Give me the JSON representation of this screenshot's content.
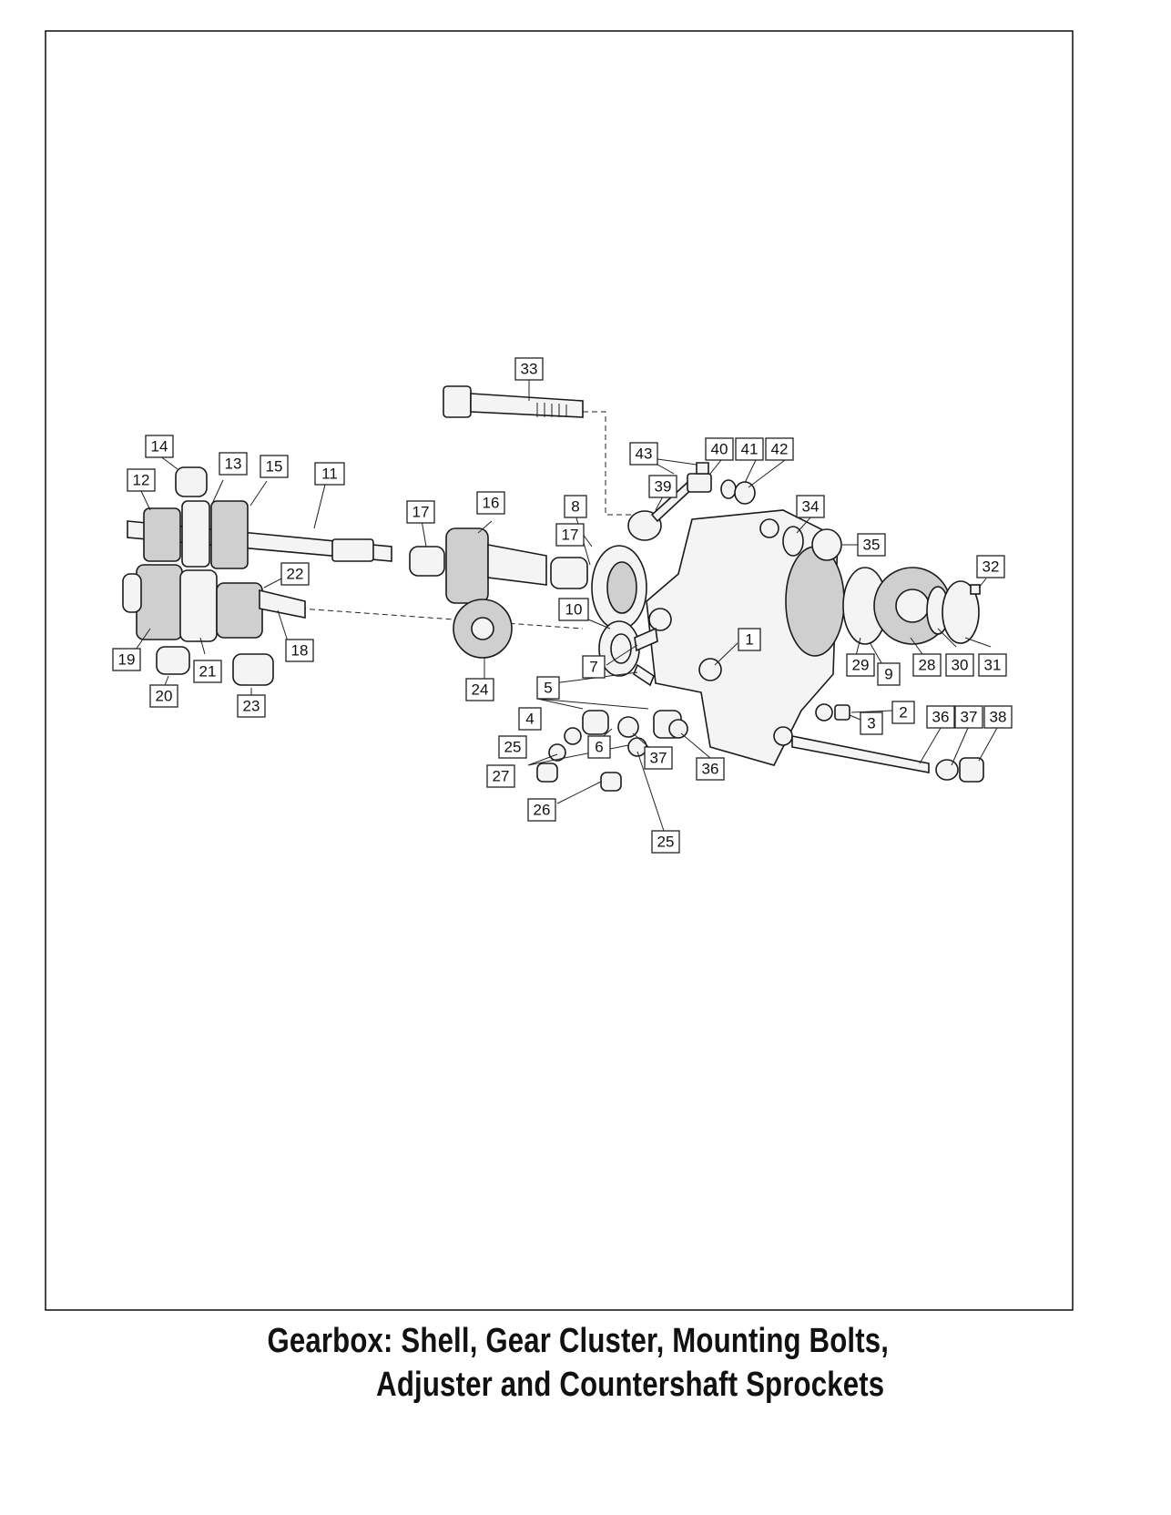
{
  "caption": {
    "line1": "Gearbox: Shell, Gear Cluster, Mounting Bolts,",
    "line2": "Adjuster and Countershaft Sprockets"
  },
  "callouts": [
    {
      "label": "1"
    },
    {
      "label": "2"
    },
    {
      "label": "3"
    },
    {
      "label": "4"
    },
    {
      "label": "5"
    },
    {
      "label": "6"
    },
    {
      "label": "7"
    },
    {
      "label": "8"
    },
    {
      "label": "9"
    },
    {
      "label": "10"
    },
    {
      "label": "11"
    },
    {
      "label": "12"
    },
    {
      "label": "13"
    },
    {
      "label": "14"
    },
    {
      "label": "15"
    },
    {
      "label": "16"
    },
    {
      "label": "17"
    },
    {
      "label": "17"
    },
    {
      "label": "18"
    },
    {
      "label": "19"
    },
    {
      "label": "20"
    },
    {
      "label": "21"
    },
    {
      "label": "22"
    },
    {
      "label": "23"
    },
    {
      "label": "24"
    },
    {
      "label": "25"
    },
    {
      "label": "25"
    },
    {
      "label": "26"
    },
    {
      "label": "27"
    },
    {
      "label": "28"
    },
    {
      "label": "29"
    },
    {
      "label": "30"
    },
    {
      "label": "31"
    },
    {
      "label": "32"
    },
    {
      "label": "33"
    },
    {
      "label": "34"
    },
    {
      "label": "35"
    },
    {
      "label": "36"
    },
    {
      "label": "36"
    },
    {
      "label": "37"
    },
    {
      "label": "37"
    },
    {
      "label": "38"
    },
    {
      "label": "39"
    },
    {
      "label": "40"
    },
    {
      "label": "41"
    },
    {
      "label": "42"
    },
    {
      "label": "43"
    }
  ]
}
